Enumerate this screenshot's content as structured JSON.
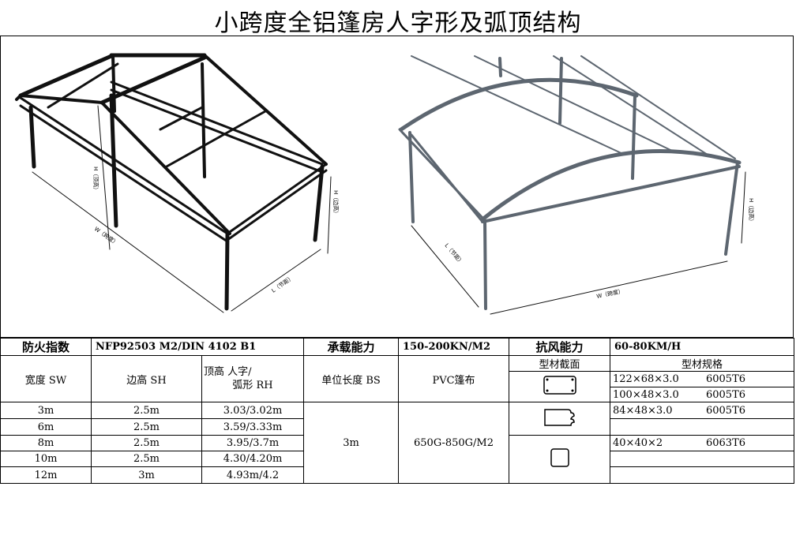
{
  "title": "小跨度全铝篷房人字形及弧顶结构",
  "drawing_labels": {
    "ridge_h": "H（顶高）",
    "side_h": "H（边高）",
    "span_w": "W（跨度）",
    "bay_l": "L（节距）"
  },
  "header_row": {
    "fire_label": "防火指数",
    "fire_value": "NFP92503 M2/DIN 4102 B1",
    "load_label": "承载能力",
    "load_value": "150-200KN/M2",
    "wind_label": "抗风能力",
    "wind_value": "60-80KM/H"
  },
  "columns": {
    "width": "宽度  SW",
    "side_height": "边高  SH",
    "ridge_height_top": "顶高     人字/",
    "ridge_height_bottom": "弧形 RH",
    "unit_length": "单位长度  BS",
    "cover": "PVC篷布",
    "profile_section": "型材截面",
    "profile_spec": "型材规格"
  },
  "rows": [
    {
      "width": "3m",
      "side": "2.5m",
      "ridge": "3.03/3.02m"
    },
    {
      "width": "6m",
      "side": "2.5m",
      "ridge": "3.59/3.33m"
    },
    {
      "width": "8m",
      "side": "2.5m",
      "ridge": "3.95/3.7m"
    },
    {
      "width": "10m",
      "side": "2.5m",
      "ridge": "4.30/4.20m"
    },
    {
      "width": "12m",
      "side": "3m",
      "ridge": "4.93m/4.2"
    }
  ],
  "unit_length_value": "3m",
  "cover_value": "650G-850G/M2",
  "profiles": [
    {
      "size": "122×68×3.0",
      "alloy": "6005T6"
    },
    {
      "size": "100×48×3.0",
      "alloy": "6005T6"
    },
    {
      "size": "84×48×3.0",
      "alloy": "6005T6"
    },
    {
      "size": "40×40×2",
      "alloy": "6063T6"
    }
  ]
}
